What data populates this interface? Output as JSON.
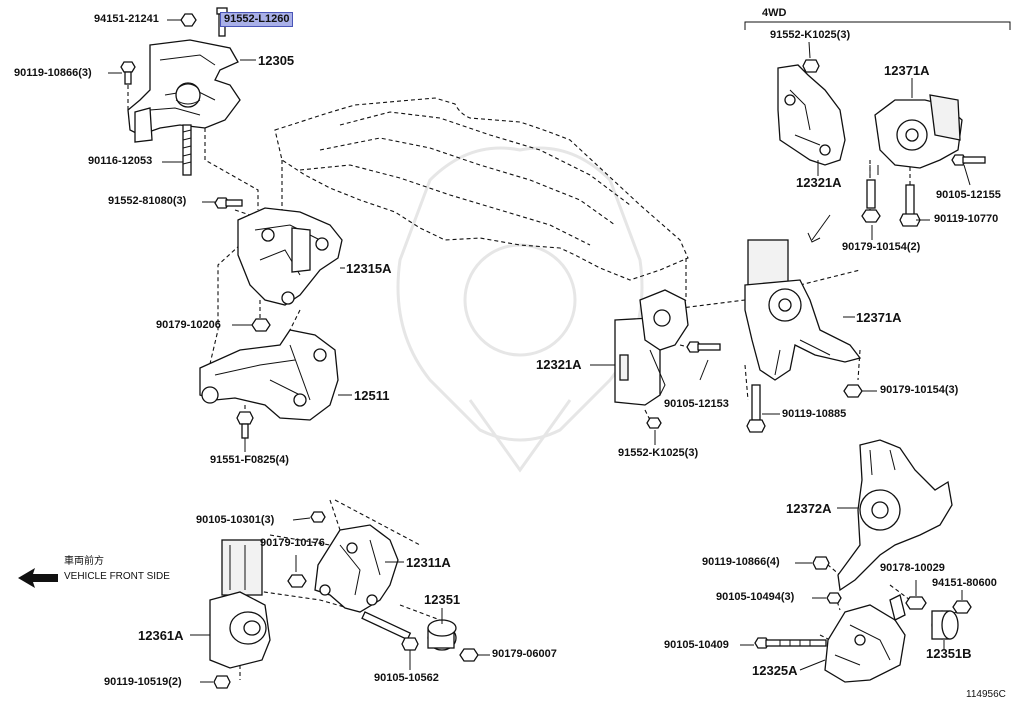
{
  "diagram": {
    "header_4wd": "4WD",
    "front_note_jp": "車両前方",
    "front_note_en": "VEHICLE FRONT SIDE",
    "figure_code": "114956C",
    "highlighted_part": "91552-L1260",
    "labels": {
      "p94151_21241": "94151-21241",
      "p91552_L1260": "91552-L1260",
      "p90119_10866_3": "90119-10866(3)",
      "p12305": "12305",
      "p90116_12053": "90116-12053",
      "p91552_81080_3": "91552-81080(3)",
      "p12315A": "12315A",
      "p90179_10206": "90179-10206",
      "p12511": "12511",
      "p91551_F0825_4": "91551-F0825(4)",
      "p91552_K1025_3_top": "91552-K1025(3)",
      "p12371A_top": "12371A",
      "p12321A_top": "12321A",
      "p90105_12155": "90105-12155",
      "p90119_10770": "90119-10770",
      "p90179_10154_2": "90179-10154(2)",
      "p12371A_mid": "12371A",
      "p12321A_mid": "12321A",
      "p90105_12153": "90105-12153",
      "p90179_10154_3": "90179-10154(3)",
      "p90119_10885": "90119-10885",
      "p91552_K1025_3_mid": "91552-K1025(3)",
      "p12372A": "12372A",
      "p90105_10301_3": "90105-10301(3)",
      "p90179_10176": "90179-10176",
      "p12311A": "12311A",
      "p12351": "12351",
      "p12361A": "12361A",
      "p90179_06007": "90179-06007",
      "p90105_10562": "90105-10562",
      "p90119_10519_2": "90119-10519(2)",
      "p90119_10866_4": "90119-10866(4)",
      "p90178_10029": "90178-10029",
      "p94151_80600": "94151-80600",
      "p90105_10494_3": "90105-10494(3)",
      "p90105_10409": "90105-10409",
      "p12351B": "12351B",
      "p12325A": "12325A"
    }
  }
}
